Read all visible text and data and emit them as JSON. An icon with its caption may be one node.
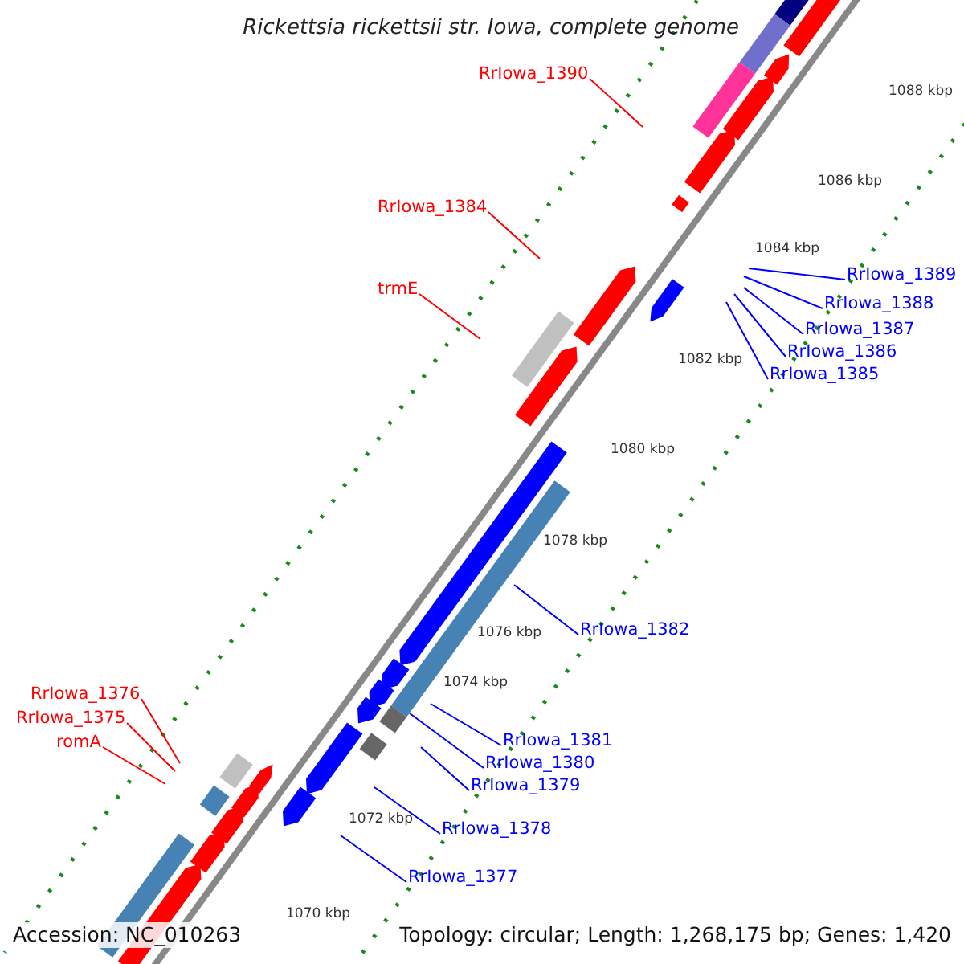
{
  "diagram": {
    "title": "Rickettsia rickettsii str. Iowa, complete genome",
    "nodes": [
      {
        "text": [
          "RrIowa_1390"
        ]
      },
      {
        "text": [
          "RrIowa_1384"
        ]
      },
      {
        "text": [
          "trmE"
        ]
      },
      {
        "text": [
          "RrIowa_1389"
        ]
      },
      {
        "text": [
          "RrIowa_1388"
        ]
      },
      {
        "text": [
          "RrIowa_1387"
        ]
      },
      {
        "text": [
          "RrIowa_1386"
        ]
      },
      {
        "text": [
          "RrIowa_1385"
        ]
      },
      {
        "text": [
          "RrIowa_1382"
        ]
      },
      {
        "text": [
          "RrIowa_1376"
        ]
      },
      {
        "text": [
          "RrIowa_1375"
        ]
      },
      {
        "text": [
          "romA"
        ]
      },
      {
        "text": [
          "RrIowa_1381"
        ]
      },
      {
        "text": [
          "RrIowa_1380"
        ]
      },
      {
        "text": [
          "RrIowa_1379"
        ]
      },
      {
        "text": [
          "RrIowa_1378"
        ]
      },
      {
        "text": [
          "RrIowa_1377"
        ]
      }
    ],
    "edges": [
      {
        "from": 0,
        "to": null,
        "arrow": "none",
        "color": "#ff0000"
      },
      {
        "from": 1,
        "to": null,
        "arrow": "none",
        "color": "#ff0000"
      },
      {
        "from": 2,
        "to": null,
        "arrow": "none",
        "color": "#ff0000"
      },
      {
        "from": 3,
        "to": null,
        "arrow": "none"
      },
      {
        "from": 4,
        "to": null,
        "arrow": "none"
      },
      {
        "from": 5,
        "to": null,
        "arrow": "none"
      },
      {
        "from": 6,
        "to": null,
        "arrow": "none"
      },
      {
        "from": 7,
        "to": null,
        "arrow": "none"
      },
      {
        "from": 8,
        "to": null,
        "arrow": "none"
      },
      {
        "from": 9,
        "to": null,
        "arrow": "none",
        "color": "#ff0000"
      },
      {
        "from": 10,
        "to": null,
        "arrow": "none",
        "color": "#ff0000"
      },
      {
        "from": 11,
        "to": null,
        "arrow": "none",
        "color": "#ff0000"
      },
      {
        "from": 12,
        "to": null,
        "arrow": "none"
      },
      {
        "from": 13,
        "to": null,
        "arrow": "none"
      },
      {
        "from": 14,
        "to": null,
        "arrow": "none"
      },
      {
        "from": 15,
        "to": null,
        "arrow": "none"
      },
      {
        "from": 16,
        "to": null,
        "arrow": "none"
      }
    ],
    "labels": [
      "1088 kbp",
      "1086 kbp",
      "1084 kbp",
      "1082 kbp",
      "1080 kbp",
      "1078 kbp",
      "1076 kbp",
      "1074 kbp",
      "1072 kbp",
      "1070 kbp",
      "Accession: NC_010263",
      "Topology: circular; Length: 1,268,175 bp; Genes: 1,420"
    ]
  }
}
